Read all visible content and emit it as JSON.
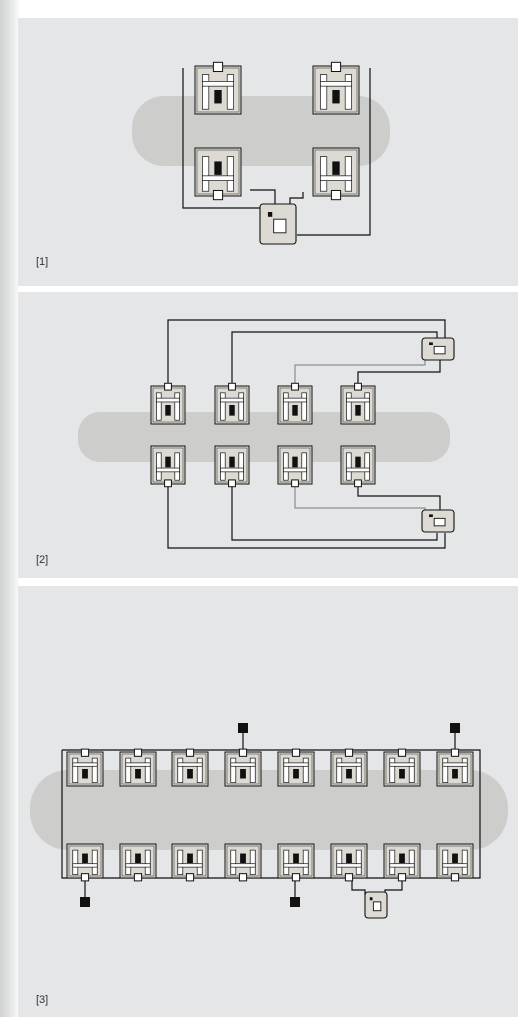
{
  "panels": [
    {
      "label": "[1]"
    },
    {
      "label": "[2]"
    },
    {
      "label": "[3]"
    }
  ],
  "colors": {
    "panel_bg": "#e4e6e7",
    "body_shape": "#cdcdcc",
    "unit_fill": "#dcdad2",
    "line": "#111111",
    "thin_line": "#7a7a7a"
  }
}
